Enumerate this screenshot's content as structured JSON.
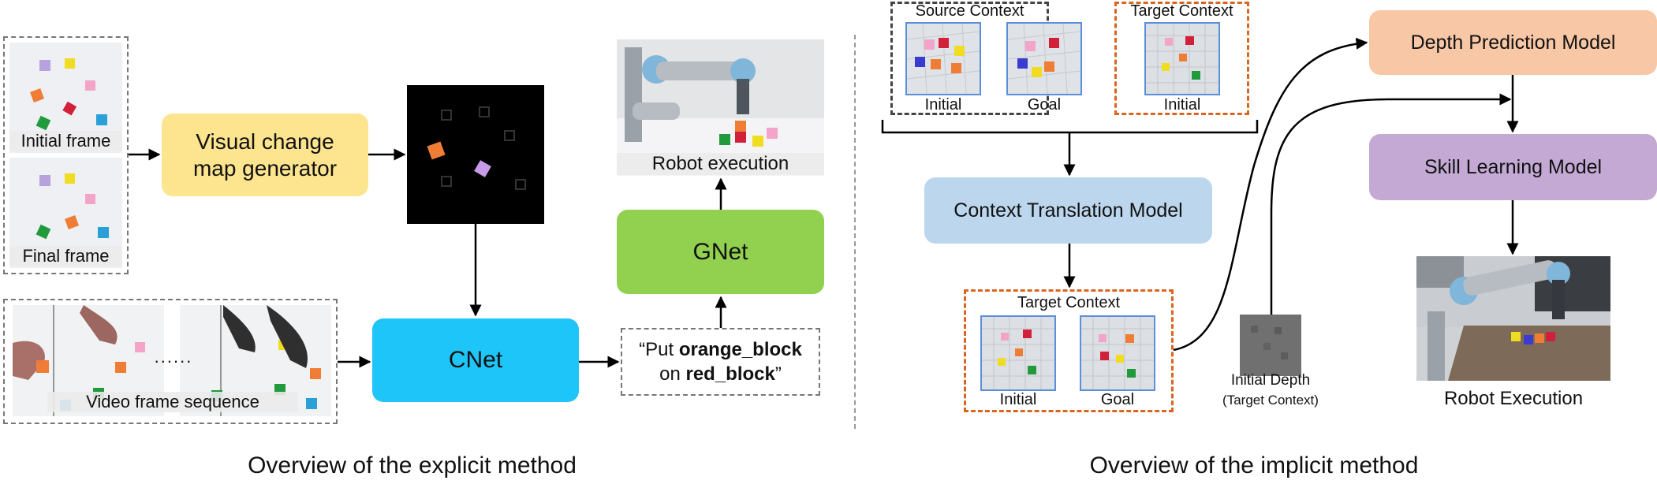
{
  "explicit": {
    "caption": "Overview of the explicit method",
    "initial_frame_label": "Initial frame",
    "final_frame_label": "Final frame",
    "visual_change_line1": "Visual change",
    "visual_change_line2": "map generator",
    "cnet_label": "CNet",
    "gnet_label": "GNet",
    "robot_execution_label": "Robot execution",
    "video_sequence_label": "Video frame sequence",
    "ellipsis": "......",
    "instruction": {
      "open_quote": "“Put ",
      "obj": "orange_block",
      "on": "on ",
      "target": "red_block",
      "close_quote": "”"
    },
    "colors": {
      "visual_change_box": "#fde48e",
      "cnet_box": "#1ec5f8",
      "gnet_box": "#92d050"
    }
  },
  "implicit": {
    "caption": "Overview of the implicit method",
    "source_context_label": "Source Context",
    "target_context_top_label": "Target Context",
    "initial_label_1": "Initial",
    "goal_label_1": "Goal",
    "initial_label_2": "Initial",
    "context_translation_label": "Context Translation Model",
    "target_context_mid_label": "Target Context",
    "initial_label_3": "Initial",
    "goal_label_3": "Goal",
    "initial_depth_label": "Initial Depth",
    "initial_depth_sub": "(Target Context)",
    "depth_prediction_label": "Depth Prediction Model",
    "skill_learning_label": "Skill Learning Model",
    "robot_execution_label": "Robot Execution",
    "colors": {
      "context_translation_box": "#bcd6ee",
      "depth_prediction_box": "#f8c7a6",
      "skill_learning_box": "#c3a9d3",
      "dashed_orange": "#d9651e"
    }
  }
}
